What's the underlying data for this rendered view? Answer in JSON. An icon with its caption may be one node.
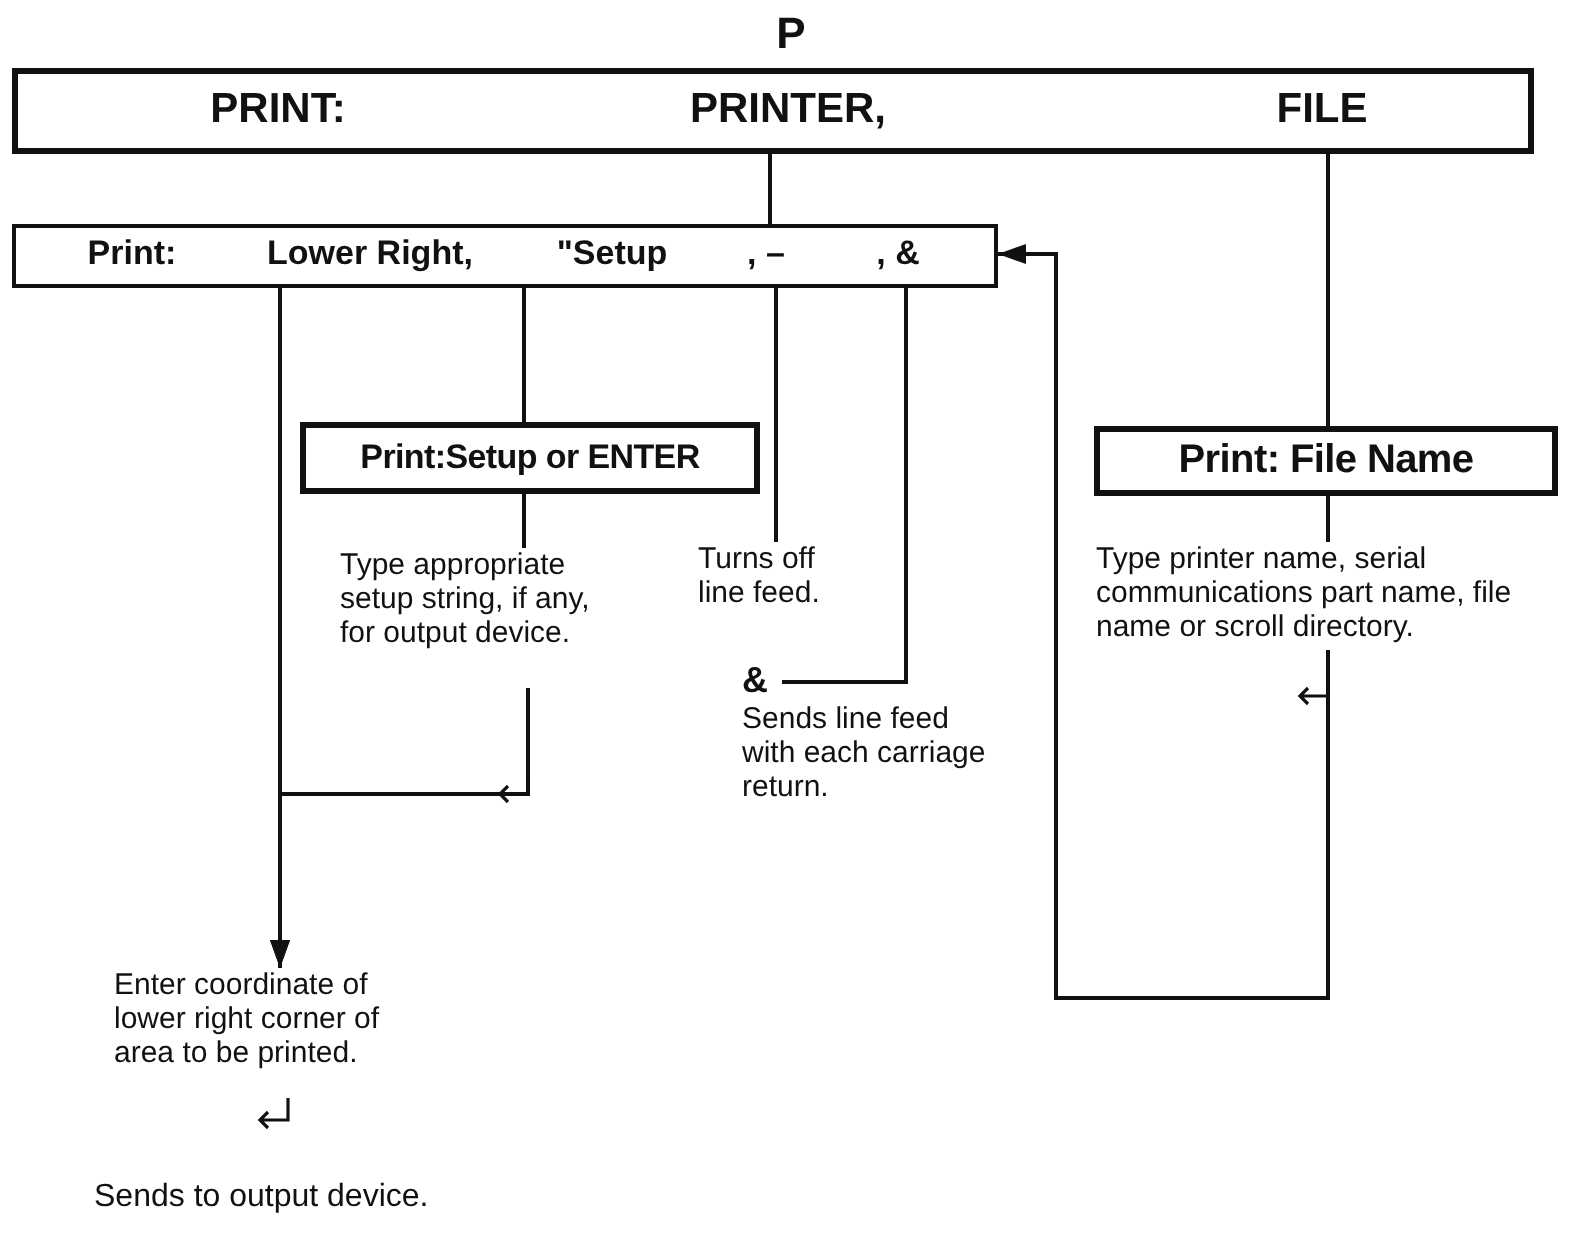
{
  "diagram": {
    "title": "P",
    "nodes": [
      {
        "text": [
          "PRINT:",
          "PRINTER,",
          "FILE"
        ]
      },
      {
        "text": [
          "Print:",
          "Lower Right,",
          "\"Setup",
          ", –",
          ", &"
        ]
      },
      {
        "text": [
          "Print:Setup or ENTER"
        ]
      },
      {
        "text": [
          "Type appropriate setup string, if any, for output device."
        ]
      },
      {
        "text": [
          "Turns off line feed."
        ]
      },
      {
        "text": [
          "&",
          "Sends line feed with each carriage return."
        ]
      },
      {
        "text": [
          "Print: File Name"
        ]
      },
      {
        "text": [
          "Type printer name, serial communications part name, file name or scroll directory."
        ]
      },
      {
        "text": [
          "Enter coordinate of lower right corner of area to be printed."
        ]
      }
    ],
    "edges": [
      {
        "from": 0,
        "to": 1,
        "arrow": "none"
      },
      {
        "from": 0,
        "to": 6,
        "arrow": "none"
      },
      {
        "from": 1,
        "to": 2,
        "arrow": "none"
      },
      {
        "from": 2,
        "to": 3,
        "arrow": "none"
      },
      {
        "from": 3,
        "to": 8,
        "arrow": "to"
      },
      {
        "from": 1,
        "to": 8,
        "arrow": "to"
      },
      {
        "from": 1,
        "to": 4,
        "arrow": "none"
      },
      {
        "from": 1,
        "to": 5,
        "arrow": "none"
      },
      {
        "from": 6,
        "to": 7,
        "arrow": "none"
      },
      {
        "from": 7,
        "to": 1,
        "arrow": "to"
      }
    ],
    "labels": [
      "Sends to output device."
    ]
  }
}
